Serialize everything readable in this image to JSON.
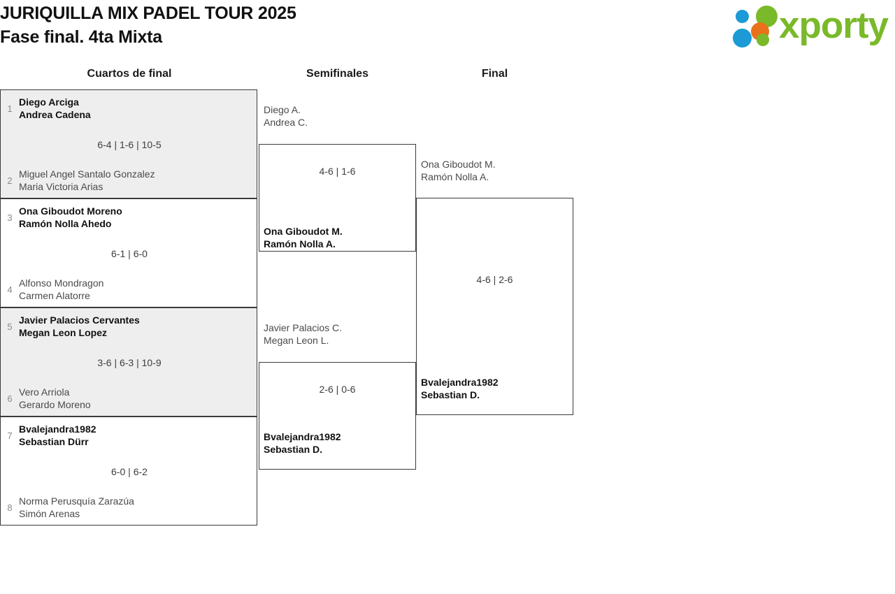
{
  "header": {
    "title_line1": "JURIQUILLA MIX PADEL TOUR 2025",
    "title_line2": "Fase final. 4ta Mixta",
    "logo_wordmark": "xporty",
    "brand_colors": {
      "green": "#7ab929",
      "blue": "#1b9ad6",
      "orange": "#e8711a"
    }
  },
  "rounds": [
    {
      "label": "Cuartos de final"
    },
    {
      "label": "Semifinales"
    },
    {
      "label": "Final"
    }
  ],
  "quarterfinals": [
    {
      "score": "6-4 | 1-6 | 10-5",
      "top": {
        "seed": "1",
        "player1": "Diego Arciga",
        "player2": "Andrea Cadena",
        "winner": true
      },
      "bottom": {
        "seed": "2",
        "player1": "Miguel Angel Santalo Gonzalez",
        "player2": "Maria Victoria Arias",
        "winner": false
      }
    },
    {
      "score": "6-1 | 6-0",
      "top": {
        "seed": "3",
        "player1": "Ona Giboudot Moreno",
        "player2": "Ramón Nolla Ahedo",
        "winner": true
      },
      "bottom": {
        "seed": "4",
        "player1": "Alfonso Mondragon",
        "player2": "Carmen Alatorre",
        "winner": false
      }
    },
    {
      "score": "3-6 | 6-3 | 10-9",
      "top": {
        "seed": "5",
        "player1": "Javier Palacios Cervantes",
        "player2": "Megan Leon Lopez",
        "winner": true
      },
      "bottom": {
        "seed": "6",
        "player1": "Vero Arriola",
        "player2": "Gerardo Moreno",
        "winner": false
      }
    },
    {
      "score": "6-0 | 6-2",
      "top": {
        "seed": "7",
        "player1": "Bvalejandra1982",
        "player2": "Sebastian Dürr",
        "winner": true
      },
      "bottom": {
        "seed": "8",
        "player1": "Norma Perusquía Zarazúa",
        "player2": "Simón Arenas",
        "winner": false
      }
    }
  ],
  "semifinals": [
    {
      "score": "4-6 | 1-6",
      "top": {
        "player1": "Diego A.",
        "player2": "Andrea C.",
        "winner": false
      },
      "bottom": {
        "player1": "Ona Giboudot M.",
        "player2": "Ramón Nolla A.",
        "winner": true
      }
    },
    {
      "score": "2-6 | 0-6",
      "top": {
        "player1": "Javier Palacios C.",
        "player2": "Megan Leon L.",
        "winner": false
      },
      "bottom": {
        "player1": "Bvalejandra1982",
        "player2": "Sebastian D.",
        "winner": true
      }
    }
  ],
  "final": {
    "score": "4-6 | 2-6",
    "top": {
      "player1": "Ona Giboudot M.",
      "player2": "Ramón Nolla A.",
      "winner": false
    },
    "bottom": {
      "player1": "Bvalejandra1982",
      "player2": "Sebastian D.",
      "winner": true
    }
  }
}
